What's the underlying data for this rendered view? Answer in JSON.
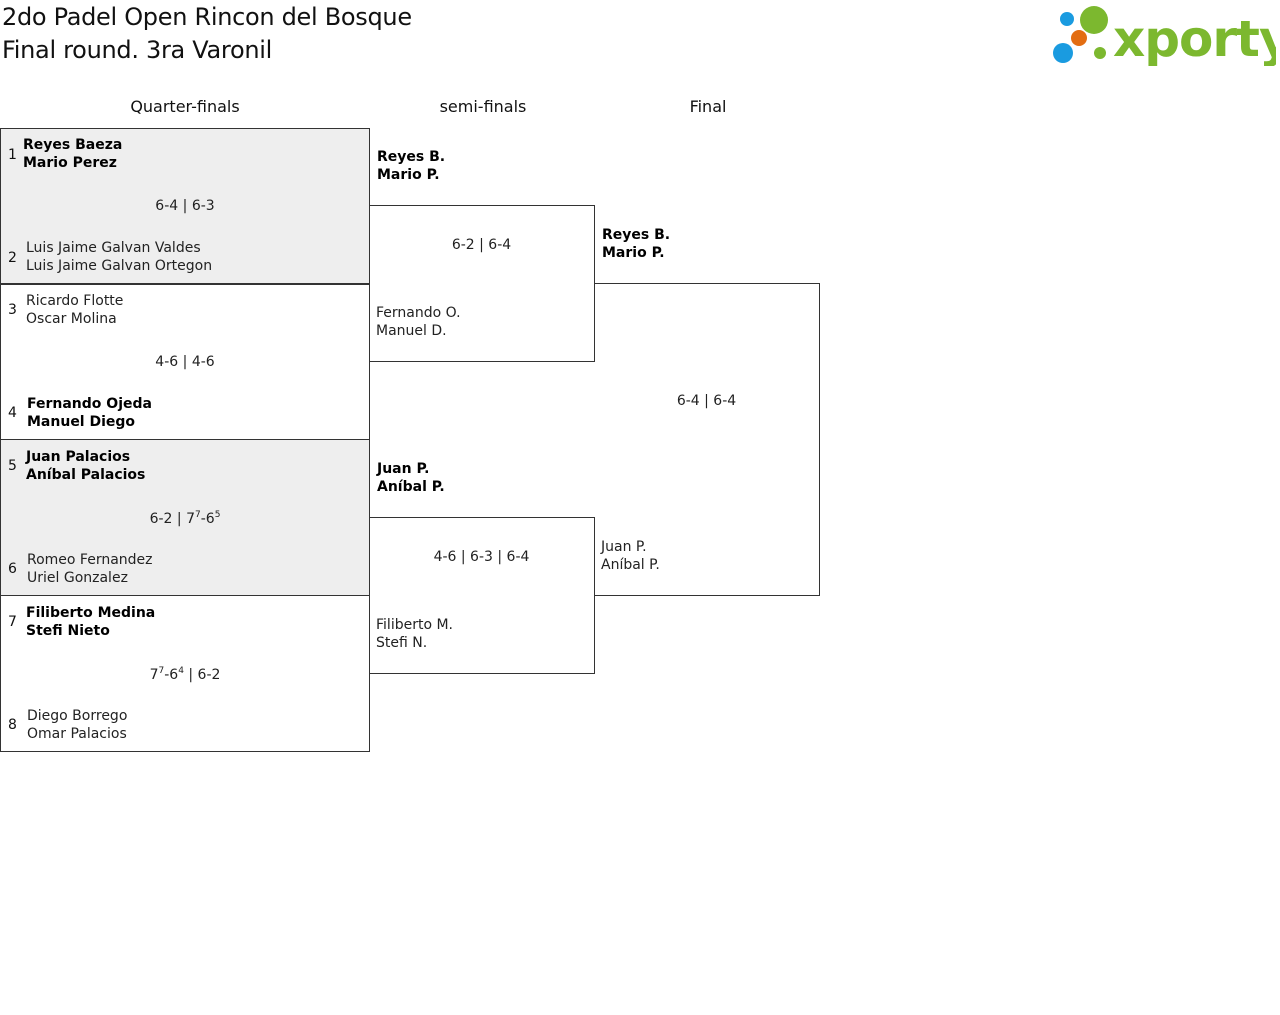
{
  "header": {
    "title_line1": "2do Padel Open Rincon del Bosque",
    "title_line2": "Final round. 3ra Varonil",
    "logo_text": "xporty",
    "brand_colors": {
      "green": "#7cb82f",
      "blue": "#1a9be0",
      "orange": "#e36d12"
    }
  },
  "rounds": [
    "Quarter-finals",
    "semi-finals",
    "Final"
  ],
  "quarterfinals": [
    {
      "top": {
        "seed": "1",
        "player1": "Reyes Baeza",
        "player2": "Mario Perez",
        "winner": true
      },
      "score": {
        "sets": [
          {
            "a": "6",
            "b": "4"
          },
          {
            "a": "6",
            "b": "3"
          }
        ]
      },
      "bottom": {
        "seed": "2",
        "player1": "Luis Jaime Galvan Valdes",
        "player2": "Luis Jaime Galvan Ortegon",
        "winner": false
      }
    },
    {
      "top": {
        "seed": "3",
        "player1": "Ricardo Flotte",
        "player2": "Oscar Molina",
        "winner": false
      },
      "score": {
        "sets": [
          {
            "a": "4",
            "b": "6"
          },
          {
            "a": "4",
            "b": "6"
          }
        ]
      },
      "bottom": {
        "seed": "4",
        "player1": "Fernando Ojeda",
        "player2": "Manuel Diego",
        "winner": true
      }
    },
    {
      "top": {
        "seed": "5",
        "player1": "Juan Palacios",
        "player2": "Aníbal Palacios",
        "winner": true
      },
      "score": {
        "sets": [
          {
            "a": "6",
            "b": "2"
          },
          {
            "a": "7",
            "a_tb": "7",
            "b": "6",
            "b_tb": "5"
          }
        ]
      },
      "bottom": {
        "seed": "6",
        "player1": "Romeo Fernandez",
        "player2": "Uriel Gonzalez",
        "winner": false
      }
    },
    {
      "top": {
        "seed": "7",
        "player1": "Filiberto Medina",
        "player2": "Stefi Nieto",
        "winner": true
      },
      "score": {
        "sets": [
          {
            "a": "7",
            "a_tb": "7",
            "b": "6",
            "b_tb": "4"
          },
          {
            "a": "6",
            "b": "2"
          }
        ]
      },
      "bottom": {
        "seed": "8",
        "player1": "Diego Borrego",
        "player2": "Omar Palacios",
        "winner": false
      }
    }
  ],
  "semifinals": [
    {
      "top": {
        "player1": "Reyes B.",
        "player2": "Mario P.",
        "winner": true
      },
      "score": "6-2 | 6-4",
      "bottom": {
        "player1": "Fernando O.",
        "player2": "Manuel D.",
        "winner": false
      }
    },
    {
      "top": {
        "player1": "Juan P.",
        "player2": "Aníbal P.",
        "winner": true
      },
      "score": "4-6 | 6-3 | 6-4",
      "bottom": {
        "player1": "Filiberto M.",
        "player2": "Stefi N.",
        "winner": false
      }
    }
  ],
  "final": {
    "top": {
      "player1": "Reyes B.",
      "player2": "Mario P.",
      "winner": true
    },
    "score": "6-4 | 6-4",
    "bottom": {
      "player1": "Juan P.",
      "player2": "Aníbal P.",
      "winner": false
    }
  }
}
